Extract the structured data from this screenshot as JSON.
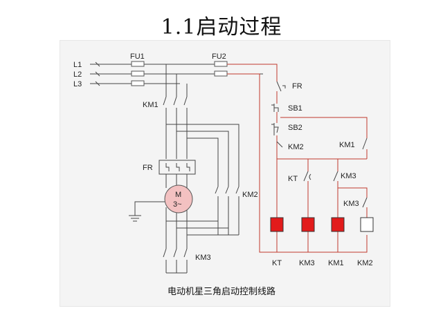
{
  "title": "1.1启动过程",
  "caption": "电动机星三角启动控制线路",
  "colors": {
    "control_wire": "#c0392b",
    "power_wire": "#444444",
    "coil_fill": "#e21b1b"
  },
  "labels": {
    "l1": "L1",
    "l2": "L2",
    "l3": "L3",
    "fu1": "FU1",
    "fu2": "FU2",
    "km1_main": "KM1",
    "fr_main": "FR",
    "motor_m": "M",
    "motor_phase": "3~",
    "km2_main": "KM2",
    "km3_main": "KM3",
    "fr_aux": "FR",
    "sb1": "SB1",
    "sb2": "SB2",
    "km2_nc": "KM2",
    "km1_aux": "KM1",
    "kt_contact": "KT",
    "km3_aux": "KM3",
    "km3_coil_side": "KM3",
    "coil_kt": "KT",
    "coil_km3": "KM3",
    "coil_km1": "KM1",
    "coil_km2": "KM2"
  }
}
